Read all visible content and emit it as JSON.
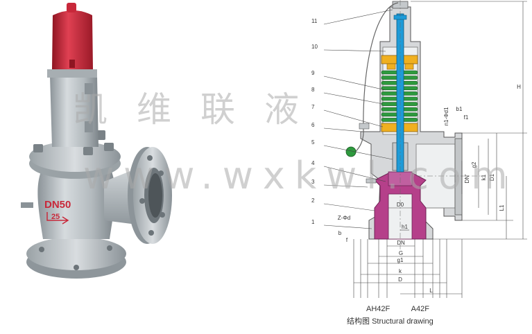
{
  "product": {
    "body_marking": "DN50",
    "pressure_marking": "25"
  },
  "watermark": {
    "chinese": "凯维联液",
    "english": "www.wxkwl.com"
  },
  "drawing": {
    "part_numbers": [
      "1",
      "2",
      "3",
      "4",
      "5",
      "6",
      "7",
      "8",
      "9",
      "10",
      "11"
    ],
    "dimensions": {
      "h": "H",
      "l1": "L1",
      "d1_right": "D1",
      "k1": "k1",
      "g2": "g2",
      "dn_prime": "DN'",
      "n_phi_d1": "n1-Φd1",
      "b1": "b1",
      "f1": "f1",
      "z_phi_d": "Z-Φd",
      "b": "b",
      "f": "f",
      "d0": "D0",
      "h1": "h1",
      "dn": "DN",
      "g": "G",
      "g1": "g1",
      "k": "k",
      "d": "D",
      "l": "L"
    },
    "models": "AH42F A42F",
    "caption_cn": "结构图",
    "caption_en": "Structural drawing"
  },
  "colors": {
    "cap_red": "#c8283a",
    "body_gray": "#b8bfc3",
    "spring_green": "#2e9a3e",
    "stem_blue": "#1e9bd8",
    "nut_yellow": "#f0b020",
    "seat_magenta": "#b5408a"
  }
}
